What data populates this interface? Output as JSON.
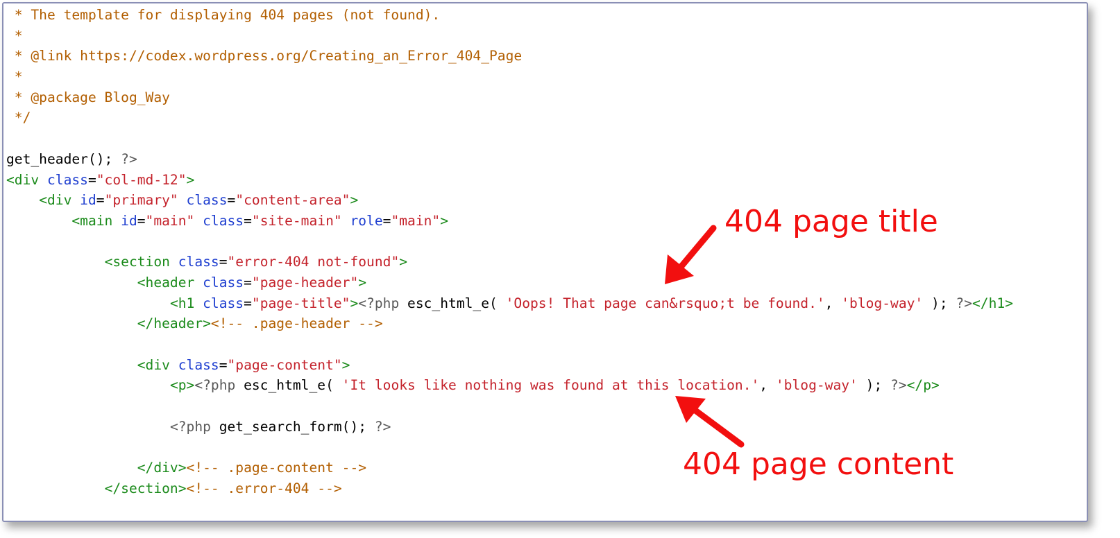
{
  "code": {
    "lines": [
      [
        {
          "c": "cm",
          "t": " * The template for displaying 404 pages (not found)."
        }
      ],
      [
        {
          "c": "cm",
          "t": " *"
        }
      ],
      [
        {
          "c": "cm",
          "t": " * @link https://codex.wordpress.org/Creating_an_Error_404_Page"
        }
      ],
      [
        {
          "c": "cm",
          "t": " *"
        }
      ],
      [
        {
          "c": "cm",
          "t": " * @package Blog_Way"
        }
      ],
      [
        {
          "c": "cm",
          "t": " */"
        }
      ],
      [],
      [
        {
          "c": "pl",
          "t": "get_header(); "
        },
        {
          "c": "ph",
          "t": "?>"
        }
      ],
      [
        {
          "c": "tg",
          "t": "<div "
        },
        {
          "c": "at",
          "t": "class"
        },
        {
          "c": "pl",
          "t": "="
        },
        {
          "c": "st",
          "t": "\"col-md-12\""
        },
        {
          "c": "tg",
          "t": ">"
        }
      ],
      [
        {
          "c": "pl",
          "t": "    "
        },
        {
          "c": "tg",
          "t": "<div "
        },
        {
          "c": "at",
          "t": "id"
        },
        {
          "c": "pl",
          "t": "="
        },
        {
          "c": "st",
          "t": "\"primary\""
        },
        {
          "c": "pl",
          "t": " "
        },
        {
          "c": "at",
          "t": "class"
        },
        {
          "c": "pl",
          "t": "="
        },
        {
          "c": "st",
          "t": "\"content-area\""
        },
        {
          "c": "tg",
          "t": ">"
        }
      ],
      [
        {
          "c": "pl",
          "t": "        "
        },
        {
          "c": "tg",
          "t": "<main "
        },
        {
          "c": "at",
          "t": "id"
        },
        {
          "c": "pl",
          "t": "="
        },
        {
          "c": "st",
          "t": "\"main\""
        },
        {
          "c": "pl",
          "t": " "
        },
        {
          "c": "at",
          "t": "class"
        },
        {
          "c": "pl",
          "t": "="
        },
        {
          "c": "st",
          "t": "\"site-main\""
        },
        {
          "c": "pl",
          "t": " "
        },
        {
          "c": "at",
          "t": "role"
        },
        {
          "c": "pl",
          "t": "="
        },
        {
          "c": "st",
          "t": "\"main\""
        },
        {
          "c": "tg",
          "t": ">"
        }
      ],
      [],
      [
        {
          "c": "pl",
          "t": "            "
        },
        {
          "c": "tg",
          "t": "<section "
        },
        {
          "c": "at",
          "t": "class"
        },
        {
          "c": "pl",
          "t": "="
        },
        {
          "c": "st",
          "t": "\"error-404 not-found\""
        },
        {
          "c": "tg",
          "t": ">"
        }
      ],
      [
        {
          "c": "pl",
          "t": "                "
        },
        {
          "c": "tg",
          "t": "<header "
        },
        {
          "c": "at",
          "t": "class"
        },
        {
          "c": "pl",
          "t": "="
        },
        {
          "c": "st",
          "t": "\"page-header\""
        },
        {
          "c": "tg",
          "t": ">"
        }
      ],
      [
        {
          "c": "pl",
          "t": "                    "
        },
        {
          "c": "tg",
          "t": "<h1 "
        },
        {
          "c": "at",
          "t": "class"
        },
        {
          "c": "pl",
          "t": "="
        },
        {
          "c": "st",
          "t": "\"page-title\""
        },
        {
          "c": "tg",
          "t": ">"
        },
        {
          "c": "ph",
          "t": "<?php "
        },
        {
          "c": "pl",
          "t": "esc_html_e( "
        },
        {
          "c": "st",
          "t": "'Oops! That page can&rsquo;t be found.'"
        },
        {
          "c": "pl",
          "t": ", "
        },
        {
          "c": "st",
          "t": "'blog-way'"
        },
        {
          "c": "pl",
          "t": " ); "
        },
        {
          "c": "ph",
          "t": "?>"
        },
        {
          "c": "tg",
          "t": "</h1>"
        }
      ],
      [
        {
          "c": "pl",
          "t": "                "
        },
        {
          "c": "tg",
          "t": "</header>"
        },
        {
          "c": "cm",
          "t": "<!-- .page-header -->"
        }
      ],
      [],
      [
        {
          "c": "pl",
          "t": "                "
        },
        {
          "c": "tg",
          "t": "<div "
        },
        {
          "c": "at",
          "t": "class"
        },
        {
          "c": "pl",
          "t": "="
        },
        {
          "c": "st",
          "t": "\"page-content\""
        },
        {
          "c": "tg",
          "t": ">"
        }
      ],
      [
        {
          "c": "pl",
          "t": "                    "
        },
        {
          "c": "tg",
          "t": "<p>"
        },
        {
          "c": "ph",
          "t": "<?php "
        },
        {
          "c": "pl",
          "t": "esc_html_e( "
        },
        {
          "c": "st",
          "t": "'It looks like nothing was found at this location.'"
        },
        {
          "c": "pl",
          "t": ", "
        },
        {
          "c": "st",
          "t": "'blog-way'"
        },
        {
          "c": "pl",
          "t": " ); "
        },
        {
          "c": "ph",
          "t": "?>"
        },
        {
          "c": "tg",
          "t": "</p>"
        }
      ],
      [],
      [
        {
          "c": "pl",
          "t": "                    "
        },
        {
          "c": "ph",
          "t": "<?php "
        },
        {
          "c": "pl",
          "t": "get_search_form(); "
        },
        {
          "c": "ph",
          "t": "?>"
        }
      ],
      [],
      [
        {
          "c": "pl",
          "t": "                "
        },
        {
          "c": "tg",
          "t": "</div>"
        },
        {
          "c": "cm",
          "t": "<!-- .page-content -->"
        }
      ],
      [
        {
          "c": "pl",
          "t": "            "
        },
        {
          "c": "tg",
          "t": "</section>"
        },
        {
          "c": "cm",
          "t": "<!-- .error-404 -->"
        }
      ]
    ]
  },
  "annotations": {
    "title_label": "404 page title",
    "content_label": "404 page content",
    "color": "#f20f0f"
  },
  "syntax_colors": {
    "comment": "#b25e00",
    "tag": "#1a8a1a",
    "attribute": "#1f3fd0",
    "string": "#c4222b",
    "php_delimiter": "#595959"
  }
}
